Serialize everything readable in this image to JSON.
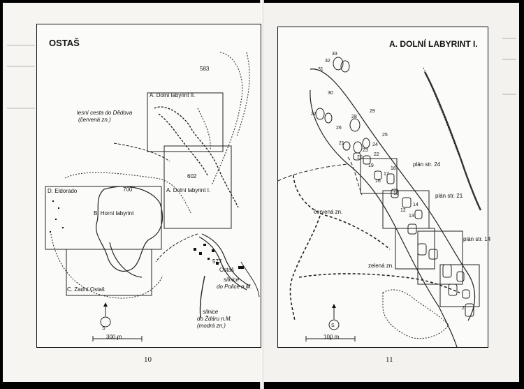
{
  "left_page": {
    "title": "OSTAŠ",
    "page_number": "10",
    "labels": {
      "peak_583": "583",
      "dolni_labyrint_ii": "A. Dolní labyrint II.",
      "lesni_cesta": "lesní cesta do Dědova",
      "lesni_cesta_2": "(červená zn.)",
      "peak_602": "602",
      "dolni_labyrint_i": "A. Dolní labyrint I.",
      "eldorado": "D. Eldorado",
      "peak_700": "700",
      "horni_labyrint": "B. Horní labyrint",
      "ostas": "Ostaš",
      "peak_577": "577",
      "zadni_ostas": "C. Zadní Ostaš",
      "silnice_police_1": "silnice",
      "silnice_police_2": "do Police n.M.",
      "silnice_zdar_1": "silnice",
      "silnice_zdar_2": "do Ždáru n.M.",
      "silnice_zdar_3": "(modrá zn.)",
      "scale": "300 m",
      "north": "S"
    }
  },
  "right_page": {
    "title": "A. DOLNÍ LABYRINT I.",
    "page_number": "11",
    "labels": {
      "plan_24": "plán str. 24",
      "plan_21": "plán str. 21",
      "plan_14": "plán str. 14",
      "cervena": "červená zn.",
      "zelena": "zelená zn.",
      "scale": "100 m",
      "north": "S"
    },
    "point_numbers": [
      "33",
      "32",
      "31",
      "30",
      "29",
      "28",
      "27",
      "26",
      "25",
      "24",
      "23",
      "22",
      "21",
      "20",
      "19",
      "18",
      "17",
      "16",
      "15",
      "14",
      "13",
      "12",
      "2"
    ]
  }
}
